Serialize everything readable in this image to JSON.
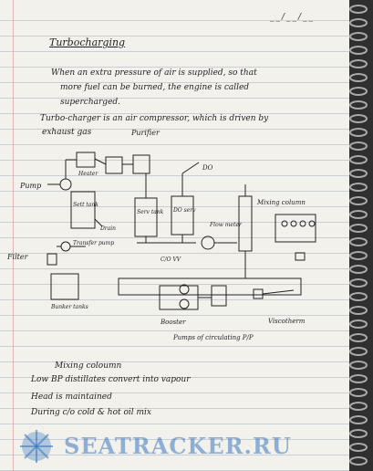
{
  "header": {
    "date": "__/__/__"
  },
  "notes": {
    "title": "Turbocharging",
    "p1": "When an extra pressure of air is supplied, so that",
    "p2": "more fuel can be burned, the engine is called",
    "p3": "supercharged.",
    "p4": "Turbo-charger is an air compressor, which is driven by",
    "p5": "exhaust gas"
  },
  "diagram": {
    "purifier": "Purifier",
    "do_top": "DO",
    "heater": "Heater",
    "pump": "Pump",
    "sett_tank": "Sett tank",
    "drain": "Drain",
    "transfer_pump": "Transfer pump",
    "filter": "Filter",
    "bunker_tanks": "Bunker tanks",
    "serv_tank": "Serv tank",
    "do_serv": "DO serv",
    "flow_meter": "Flow meter",
    "mixing_column": "Mixing column",
    "valve_label": "C/O VV",
    "booster": "Booster",
    "viscotherm": "Viscotherm",
    "pumps_circ": "Pumps of circulating P/P"
  },
  "mixing": {
    "title": "Mixing coloumn",
    "b1": "Low BP distillates convert into vapour",
    "b2": "Head is maintained",
    "b3": "During c/o   cold & hot oil mix"
  },
  "watermark": {
    "text": "SEATRACKER.RU"
  }
}
